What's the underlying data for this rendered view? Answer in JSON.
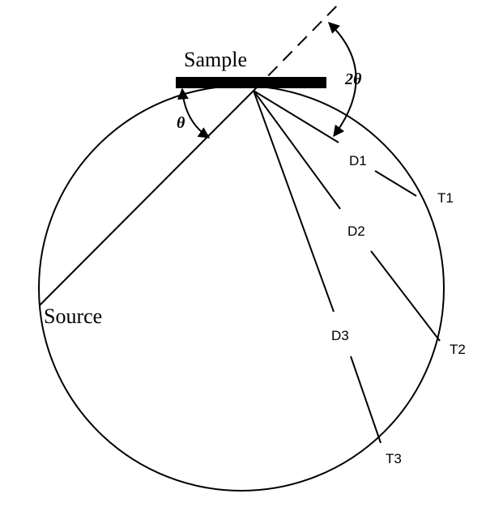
{
  "diagram": {
    "labels": {
      "sample": "Sample",
      "source": "Source",
      "theta": "θ",
      "two_theta": "2θ",
      "d1": "D1",
      "d2": "D2",
      "d3": "D3",
      "t1": "T1",
      "t2": "T2",
      "t3": "T3"
    },
    "colors": {
      "ink": "#000000",
      "background": "#ffffff"
    }
  }
}
